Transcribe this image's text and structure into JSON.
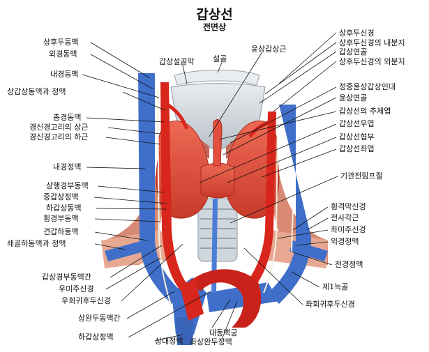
{
  "title": "갑상선",
  "subtitle": "전면상",
  "labels_left": [
    "상후두동맥",
    "외경동맥",
    "내경동맥",
    "상갑상동맥과 정맥",
    "총경동맥",
    "경신경고리의 상근",
    "경신경고리의 하근",
    "내경정맥",
    "상행경부동맥",
    "중갑상정맥",
    "하갑상동맥",
    "횡경부동맥",
    "견갑하동맥",
    "쇄골하동맥과 정맥"
  ],
  "labels_top": [
    "갑상설골막",
    "설골",
    "윤상갑상근"
  ],
  "labels_right": [
    "상후두신경",
    "상후두신경의 내분지",
    "갑상연골",
    "상후두신경의 외분지",
    "정중윤상갑상인대",
    "윤상연골",
    "갑상선의 추체엽",
    "갑상선우엽",
    "갑상선협부",
    "갑상선좌엽",
    "기관전림프절",
    "횡격막신경",
    "전사각근",
    "좌미주신경",
    "외경정맥",
    "전경정맥",
    "제1늑골",
    "좌회귀후두신경"
  ],
  "labels_bottom": [
    "갑상경부동맥간",
    "우미주신경",
    "우회귀후두신경",
    "상완두동맥간",
    "하갑상정맥",
    "상대정맥",
    "대동맥궁",
    "좌상완두정맥"
  ],
  "colors": {
    "vein": "#3f6fc9",
    "artery": "#d8261c",
    "thyroid": "#e2503d",
    "cartilage": "#cfd6dc",
    "muscle": "#d98a74"
  }
}
